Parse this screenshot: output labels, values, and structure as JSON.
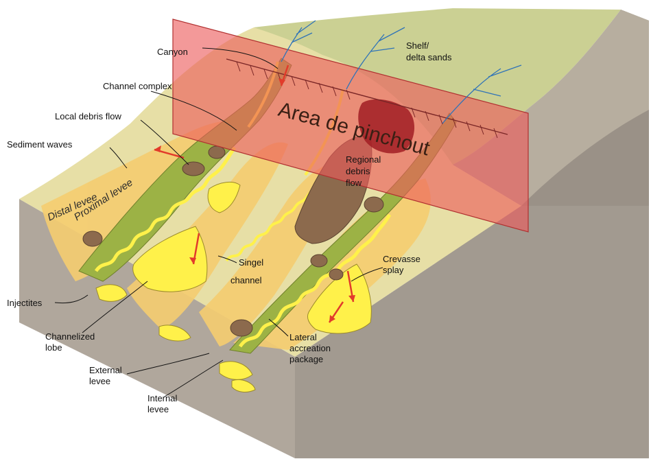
{
  "diagram": {
    "title": "Area de pinchout",
    "labels": {
      "canyon": "Canyon",
      "channel_complex": "Channel complex",
      "shelf_line1": "Shelf/",
      "shelf_line2": "delta sands",
      "local_debris_flow": "Local debris flow",
      "sediment_waves": "Sediment waves",
      "distal_levee": "Distal levee",
      "proximal_levee": "Proximal levee",
      "regional_line1": "Regional",
      "regional_line2": "debris",
      "regional_line3": "flow",
      "crevasse_line1": "Crevasse",
      "crevasse_line2": "splay",
      "singel_line1": "Singel",
      "singel_line2": "channel",
      "injectites": "Injectites",
      "channelized_line1": "Channelized",
      "channelized_line2": "lobe",
      "external_line1": "External",
      "external_line2": "levee",
      "lateral_line1": "Lateral",
      "lateral_line2": "accreation",
      "lateral_line3": "package",
      "internal_line1": "Internal",
      "internal_line2": "levee"
    },
    "colors": {
      "block_side": "#a9a095",
      "block_side_dark": "#928a80",
      "slope_top": "#e6dda0",
      "shelf": "#cfd295",
      "sand_band": "#f6cf72",
      "channel_green": "#9fb448",
      "channel_yellow": "#fff14a",
      "debris": "#8d6a4e",
      "pinchout_plane": "#ec5a5a",
      "arrow_red": "#e23b2b",
      "river_blue": "#2f73b8"
    }
  }
}
